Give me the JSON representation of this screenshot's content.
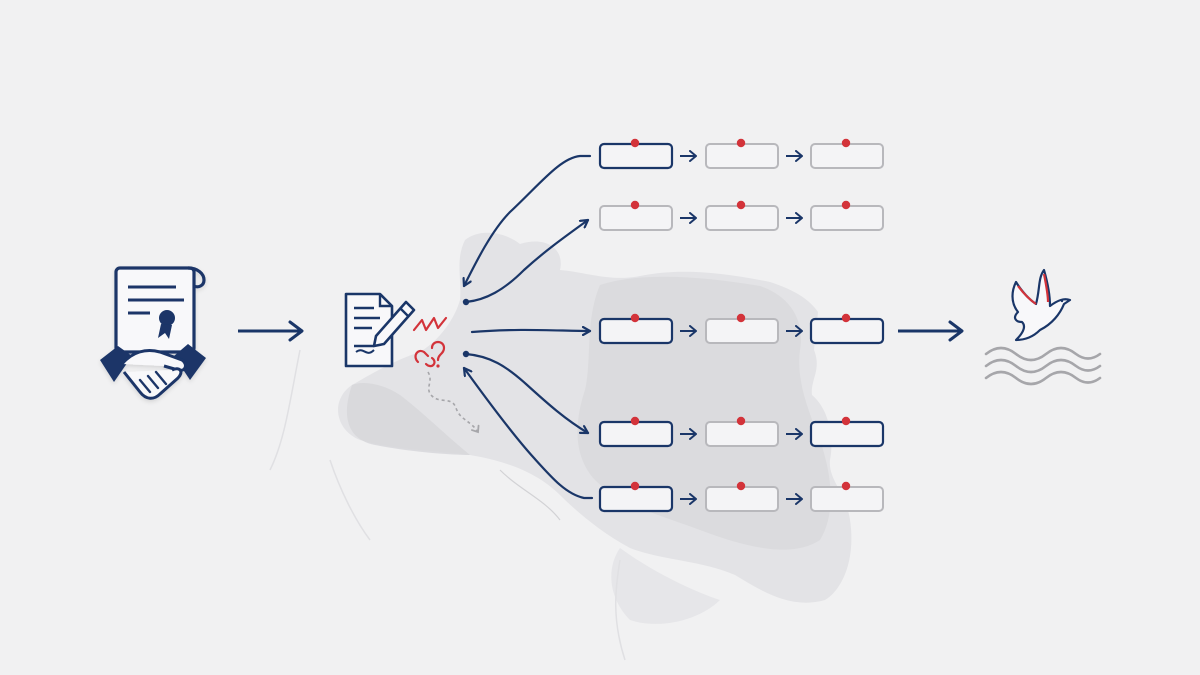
{
  "colors": {
    "background": "#f1f1f2",
    "navy": "#1a3668",
    "red": "#d3333a",
    "grey_box": "#b8b8bc",
    "box_fill": "#f4f4f6",
    "map": "#d9d9dc",
    "muted": "#a6a6aa"
  },
  "icons": {
    "start": "agreement-handshake-icon",
    "middle": "document-signing-icon",
    "disruption": "broken-link-question-icon",
    "end": "peace-dove-icon",
    "end_water": "water-waves-icon",
    "background": "faded-regional-map"
  },
  "rows": [
    {
      "id": "row-1",
      "boxes": [
        "navy",
        "grey",
        "grey"
      ],
      "link": "return-arrow"
    },
    {
      "id": "row-2",
      "boxes": [
        "grey",
        "grey",
        "grey"
      ],
      "link": "outgoing-arrow"
    },
    {
      "id": "row-3",
      "boxes": [
        "navy",
        "grey",
        "navy"
      ],
      "link": "straight-arrow",
      "continues_to_end": true
    },
    {
      "id": "row-4",
      "boxes": [
        "navy",
        "grey",
        "navy"
      ],
      "link": "outgoing-arrow"
    },
    {
      "id": "row-5",
      "boxes": [
        "navy",
        "grey",
        "grey"
      ],
      "link": "return-arrow"
    }
  ]
}
